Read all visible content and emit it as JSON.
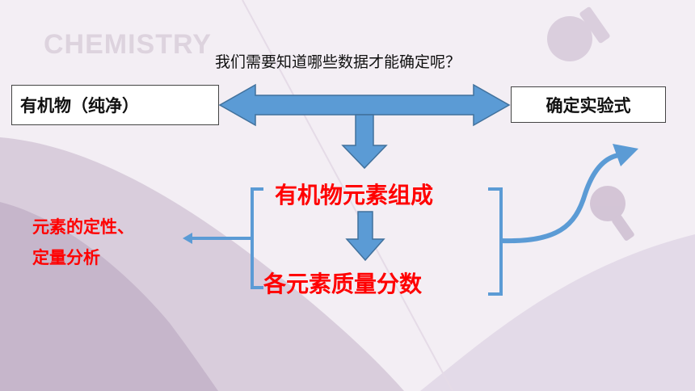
{
  "watermark": "CHEMISTRY",
  "question": "我们需要知道哪些数据才能确定呢？",
  "left_box": "有机物（纯净）",
  "right_box": "确定实验式",
  "organic_composition": "有机物元素组成",
  "mass_fraction": "各元素质量分数",
  "analysis_line1": "元素的定性、",
  "analysis_line2": "定量分析",
  "colors": {
    "arrow_blue": "#5b9bd5",
    "arrow_outline": "#41719c",
    "red_text": "#ff0000",
    "background": "#f3eef4"
  }
}
